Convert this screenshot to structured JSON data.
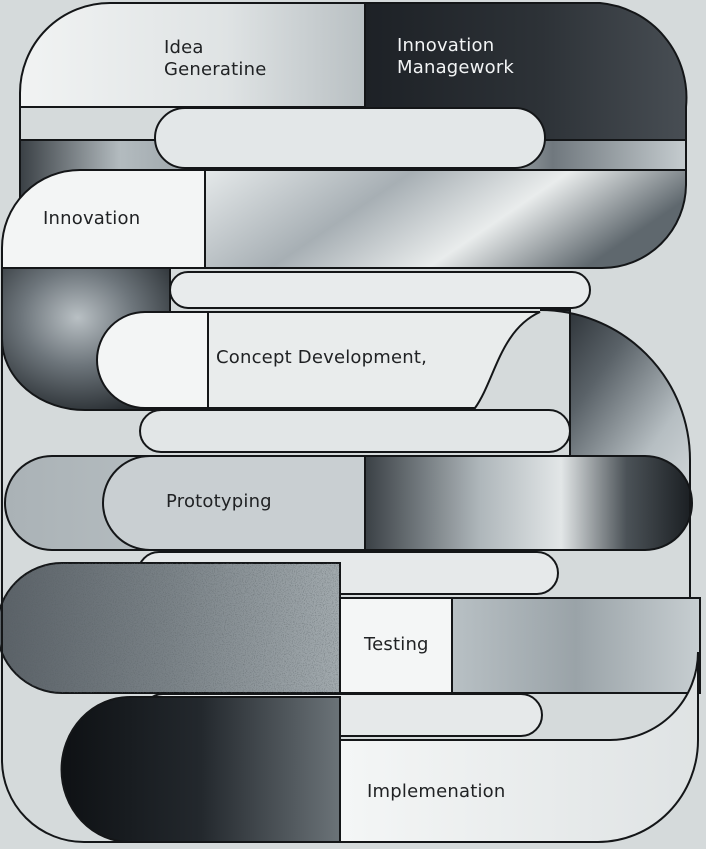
{
  "diagram": {
    "stages": [
      {
        "id": "idea",
        "lines": [
          "Idea",
          "Generatine"
        ]
      },
      {
        "id": "management",
        "lines": [
          "Innovation",
          "Managework"
        ]
      },
      {
        "id": "innovation",
        "lines": [
          "Innovation"
        ]
      },
      {
        "id": "concept",
        "lines": [
          "Concept Development,"
        ]
      },
      {
        "id": "prototyping",
        "lines": [
          "Prototyping"
        ]
      },
      {
        "id": "testing",
        "lines": [
          "Testing"
        ]
      },
      {
        "id": "implementation",
        "lines": [
          "Implemenation"
        ]
      }
    ]
  },
  "colors": {
    "background": "#d5dadb",
    "outline": "#141618",
    "light_band": "#ecefef",
    "steel_dark": "#2b3035",
    "steel_mid": "#8e979d",
    "steel_light": "#cfd5d8",
    "text_dark": "#202224",
    "text_light": "#f2f4f5"
  }
}
